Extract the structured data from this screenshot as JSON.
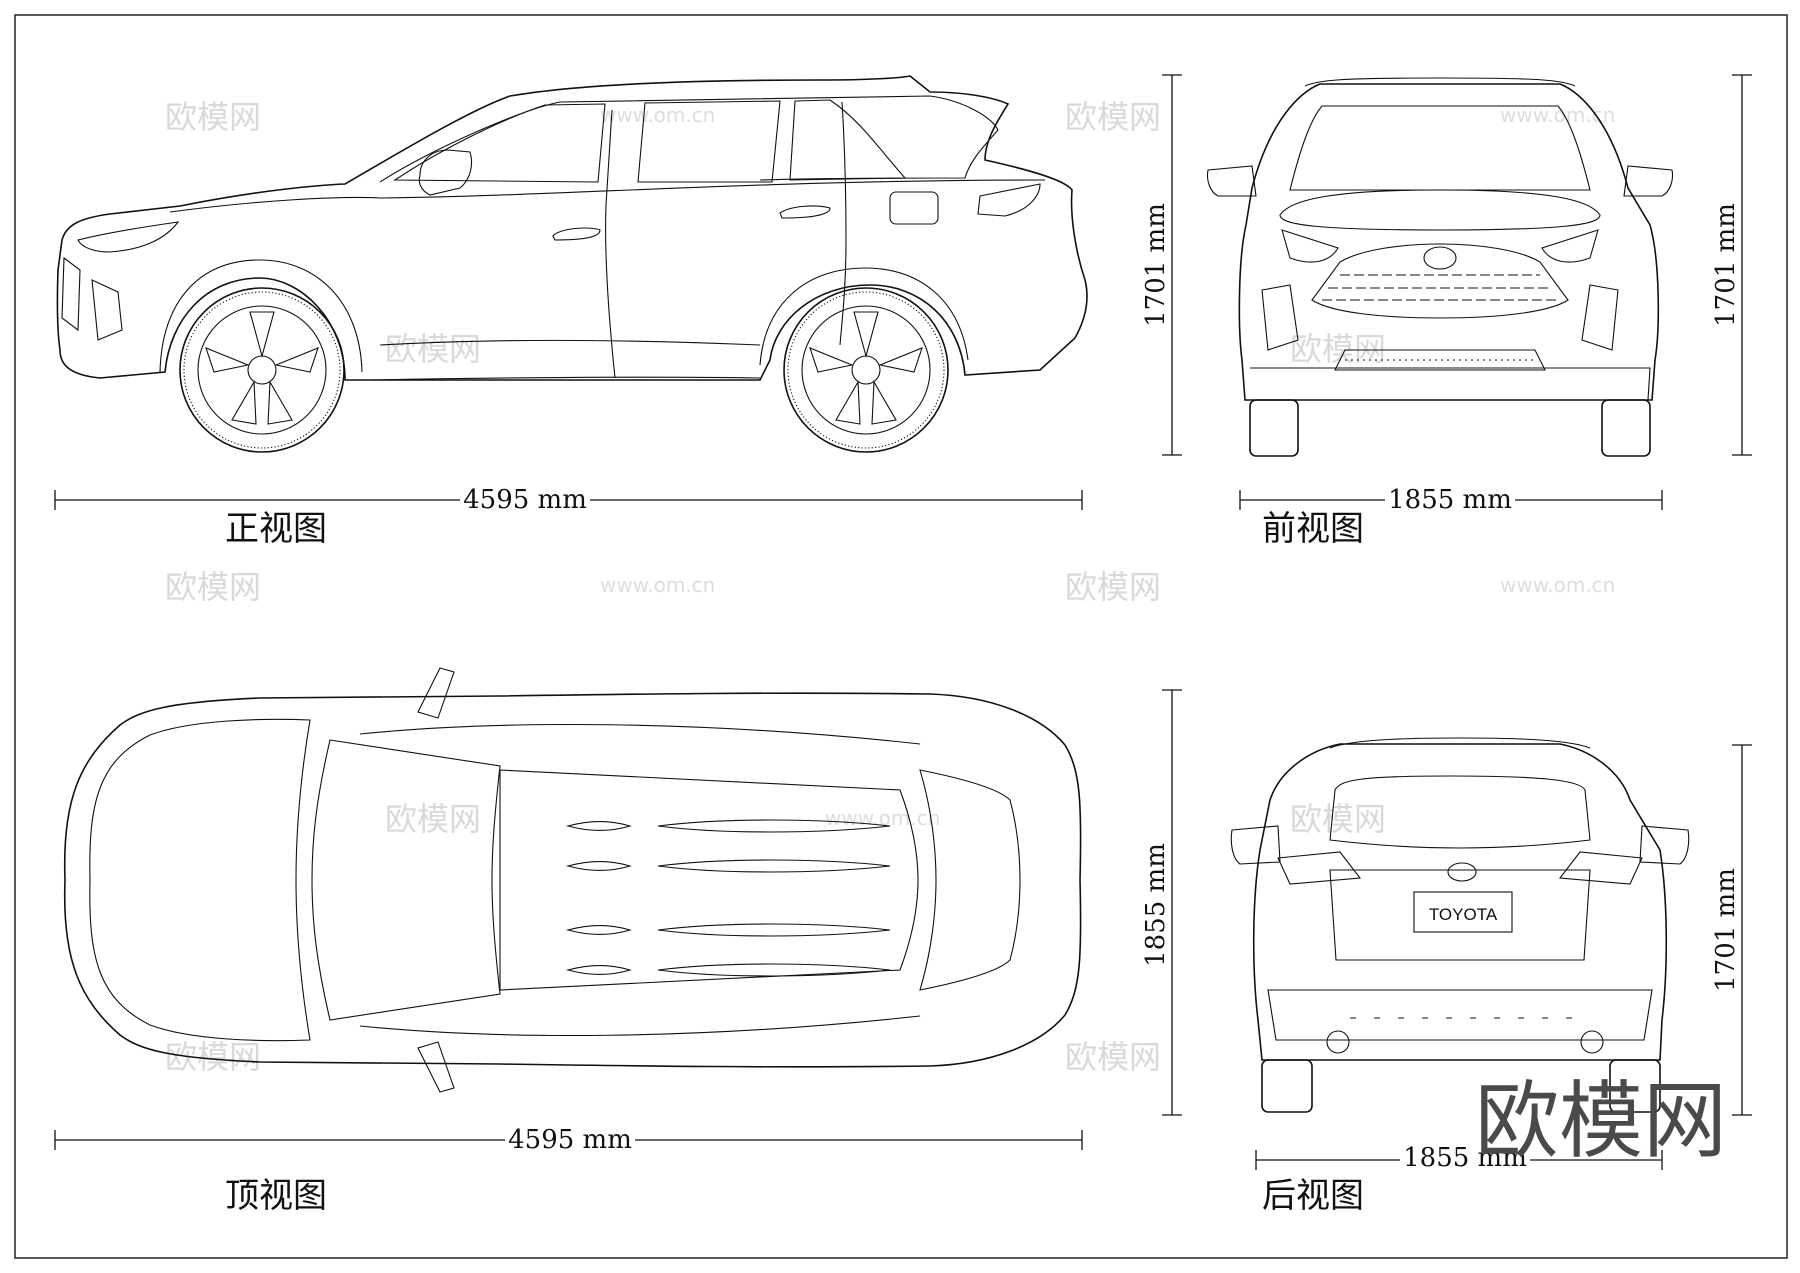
{
  "views": {
    "side": {
      "caption": "正视图",
      "length_label": "4595 mm",
      "height_label": "1701 mm"
    },
    "front": {
      "caption": "前视图",
      "width_label": "1855 mm",
      "height_label": "1701 mm"
    },
    "top": {
      "caption": "顶视图",
      "length_label": "4595 mm",
      "width_label": "1855 mm"
    },
    "rear": {
      "caption": "后视图",
      "width_label": "1855 mm",
      "height_label": "1701 mm",
      "badge": "TOYOTA"
    }
  },
  "watermark": {
    "brand": "欧模网",
    "url": "www.om.cn"
  }
}
